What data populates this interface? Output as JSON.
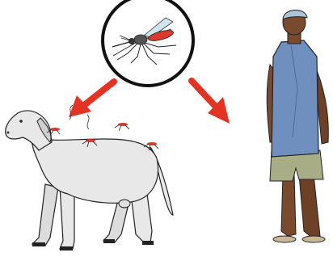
{
  "figure": {
    "subject_center": "mosquito",
    "subject_left": "sheep",
    "subject_right": "person",
    "colors": {
      "arrow": "#e53222",
      "mosquito_body": "#d93a2b",
      "sheep_wool": "#e8e8e8",
      "tunic": "#6f8fbe",
      "shorts": "#a9ad85",
      "skin": "#7a4a2e",
      "cap": "#a9c4d6",
      "outline": "#1a1a1a"
    },
    "icons": [
      "mosquito-icon",
      "arrow-left-icon",
      "arrow-right-icon"
    ]
  }
}
